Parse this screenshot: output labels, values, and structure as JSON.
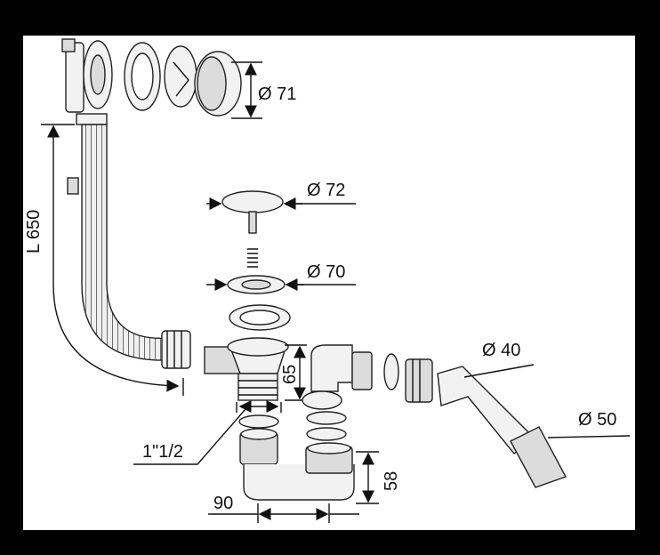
{
  "dimensions": {
    "overflow_cover_diameter": "Ø 71",
    "length": "L 650",
    "plug_diameter": "Ø 72",
    "strainer_diameter": "Ø 70",
    "outlet_height": "65",
    "pipe_40": "Ø 40",
    "pipe_50": "Ø 50",
    "thread": "1\"1/2",
    "trap_depth": "58",
    "trap_width": "90"
  },
  "colors": {
    "background": "#000000",
    "canvas": "#ffffff",
    "ink": "#111111"
  }
}
